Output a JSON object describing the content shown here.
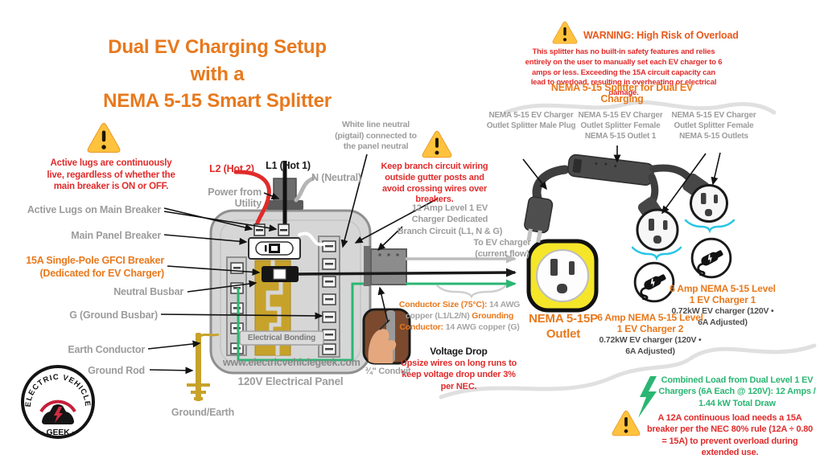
{
  "title": {
    "line1": "Dual EV Charging Setup with a",
    "line2": "NEMA 5-15 Smart Splitter"
  },
  "left": {
    "lugs_warning": "Active lugs are continuously live, regardless of whether the main breaker is ON or OFF.",
    "active_lugs": "Active Lugs on Main Breaker",
    "main_breaker": "Main Panel Breaker",
    "gfci_line1": "15A Single-Pole GFCI Breaker",
    "gfci_line2": "(Dedicated for EV Charger)",
    "neutral_busbar": "Neutral Busbar",
    "ground_busbar": "G (Ground Busbar)",
    "earth_conductor": "Earth Conductor",
    "ground_rod": "Ground Rod",
    "ground_earth": "Ground/Earth"
  },
  "feeds": {
    "l2": "L2 (Hot 2)",
    "l1": "L1 (Hot 1)",
    "neutral": "N (Neutral)",
    "power": "Power from Utility",
    "white_neutral": "White line neutral (pigtail) connected to the panel neutral",
    "branch_warning": "Keep branch circuit wiring outside gutter posts and avoid crossing wires over breakers.",
    "branch_circuit": "12 Amp Level 1 EV Charger Dedicated Branch Circuit (L1, N & G)",
    "to_ev": "To EV charger (current flow)"
  },
  "panel": {
    "bonding": "Electrical Bonding",
    "website": "www.electricvehiclegeek.com",
    "caption": "120V Electrical Panel"
  },
  "conductor": {
    "size_label": "Conductor Size (75°C):",
    "size_value": "14 AWG copper (L1/L2/N)",
    "ground_label": "Grounding Conductor:",
    "ground_value": "14 AWG copper (G)",
    "vd_title": "Voltage Drop",
    "vd_body": "Upsize wires on long runs to keep voltage drop under 3% per NEC.",
    "conduit": "¾\" Conduit"
  },
  "outlet": {
    "label": "NEMA 5-15P Outlet"
  },
  "overload": {
    "title": "WARNING: High Risk of Overload",
    "body": "This splitter has no built-in safety features and relies entirely on the user to manually set each EV charger to 6 amps or less. Exceeding the 15A circuit capacity can lead to overload, resulting in overheating or electrical damage.",
    "heading": "NEMA 5-15 Splitter for Dual EV Charging"
  },
  "splitter": {
    "male": "NEMA 5-15 EV Charger Outlet Splitter Male Plug",
    "outlet1": "NEMA 5-15 EV Charger Outlet Splitter Female NEMA 5-15 Outlet 1",
    "outlets": "NEMA 5-15 EV Charger Outlet Splitter Female NEMA 5-15 Outlets"
  },
  "chargers": {
    "c1_title": "6 Amp NEMA 5-15 Level 1 EV Charger 1",
    "c1_sub": "0.72kW EV charger (120V • 6A Adjusted)",
    "c2_title": "6 Amp NEMA 5-15 Level 1 EV Charger 2",
    "c2_sub": "0.72kW EV charger (120V • 6A Adjusted)"
  },
  "load": {
    "combined": "Combined Load from Dual Level 1 EV Chargers (6A Each @ 120V): 12 Amps / 1.44 kW Total Draw",
    "nec": "A 12A continuous load needs a 15A breaker per the NEC 80% rule (12A ÷ 0.80 = 15A) to prevent overload during extended use."
  },
  "logo": {
    "top": "ELECTRIC VEHICLE",
    "bottom": "· GEEK ·"
  },
  "colors": {
    "orange": "#E8791D",
    "red": "#E02B2B",
    "gray": "#9C9C9C",
    "green": "#2BB673",
    "cyan": "#29C5E5",
    "gold": "#C7A22B",
    "yellow": "#F5E62A"
  }
}
